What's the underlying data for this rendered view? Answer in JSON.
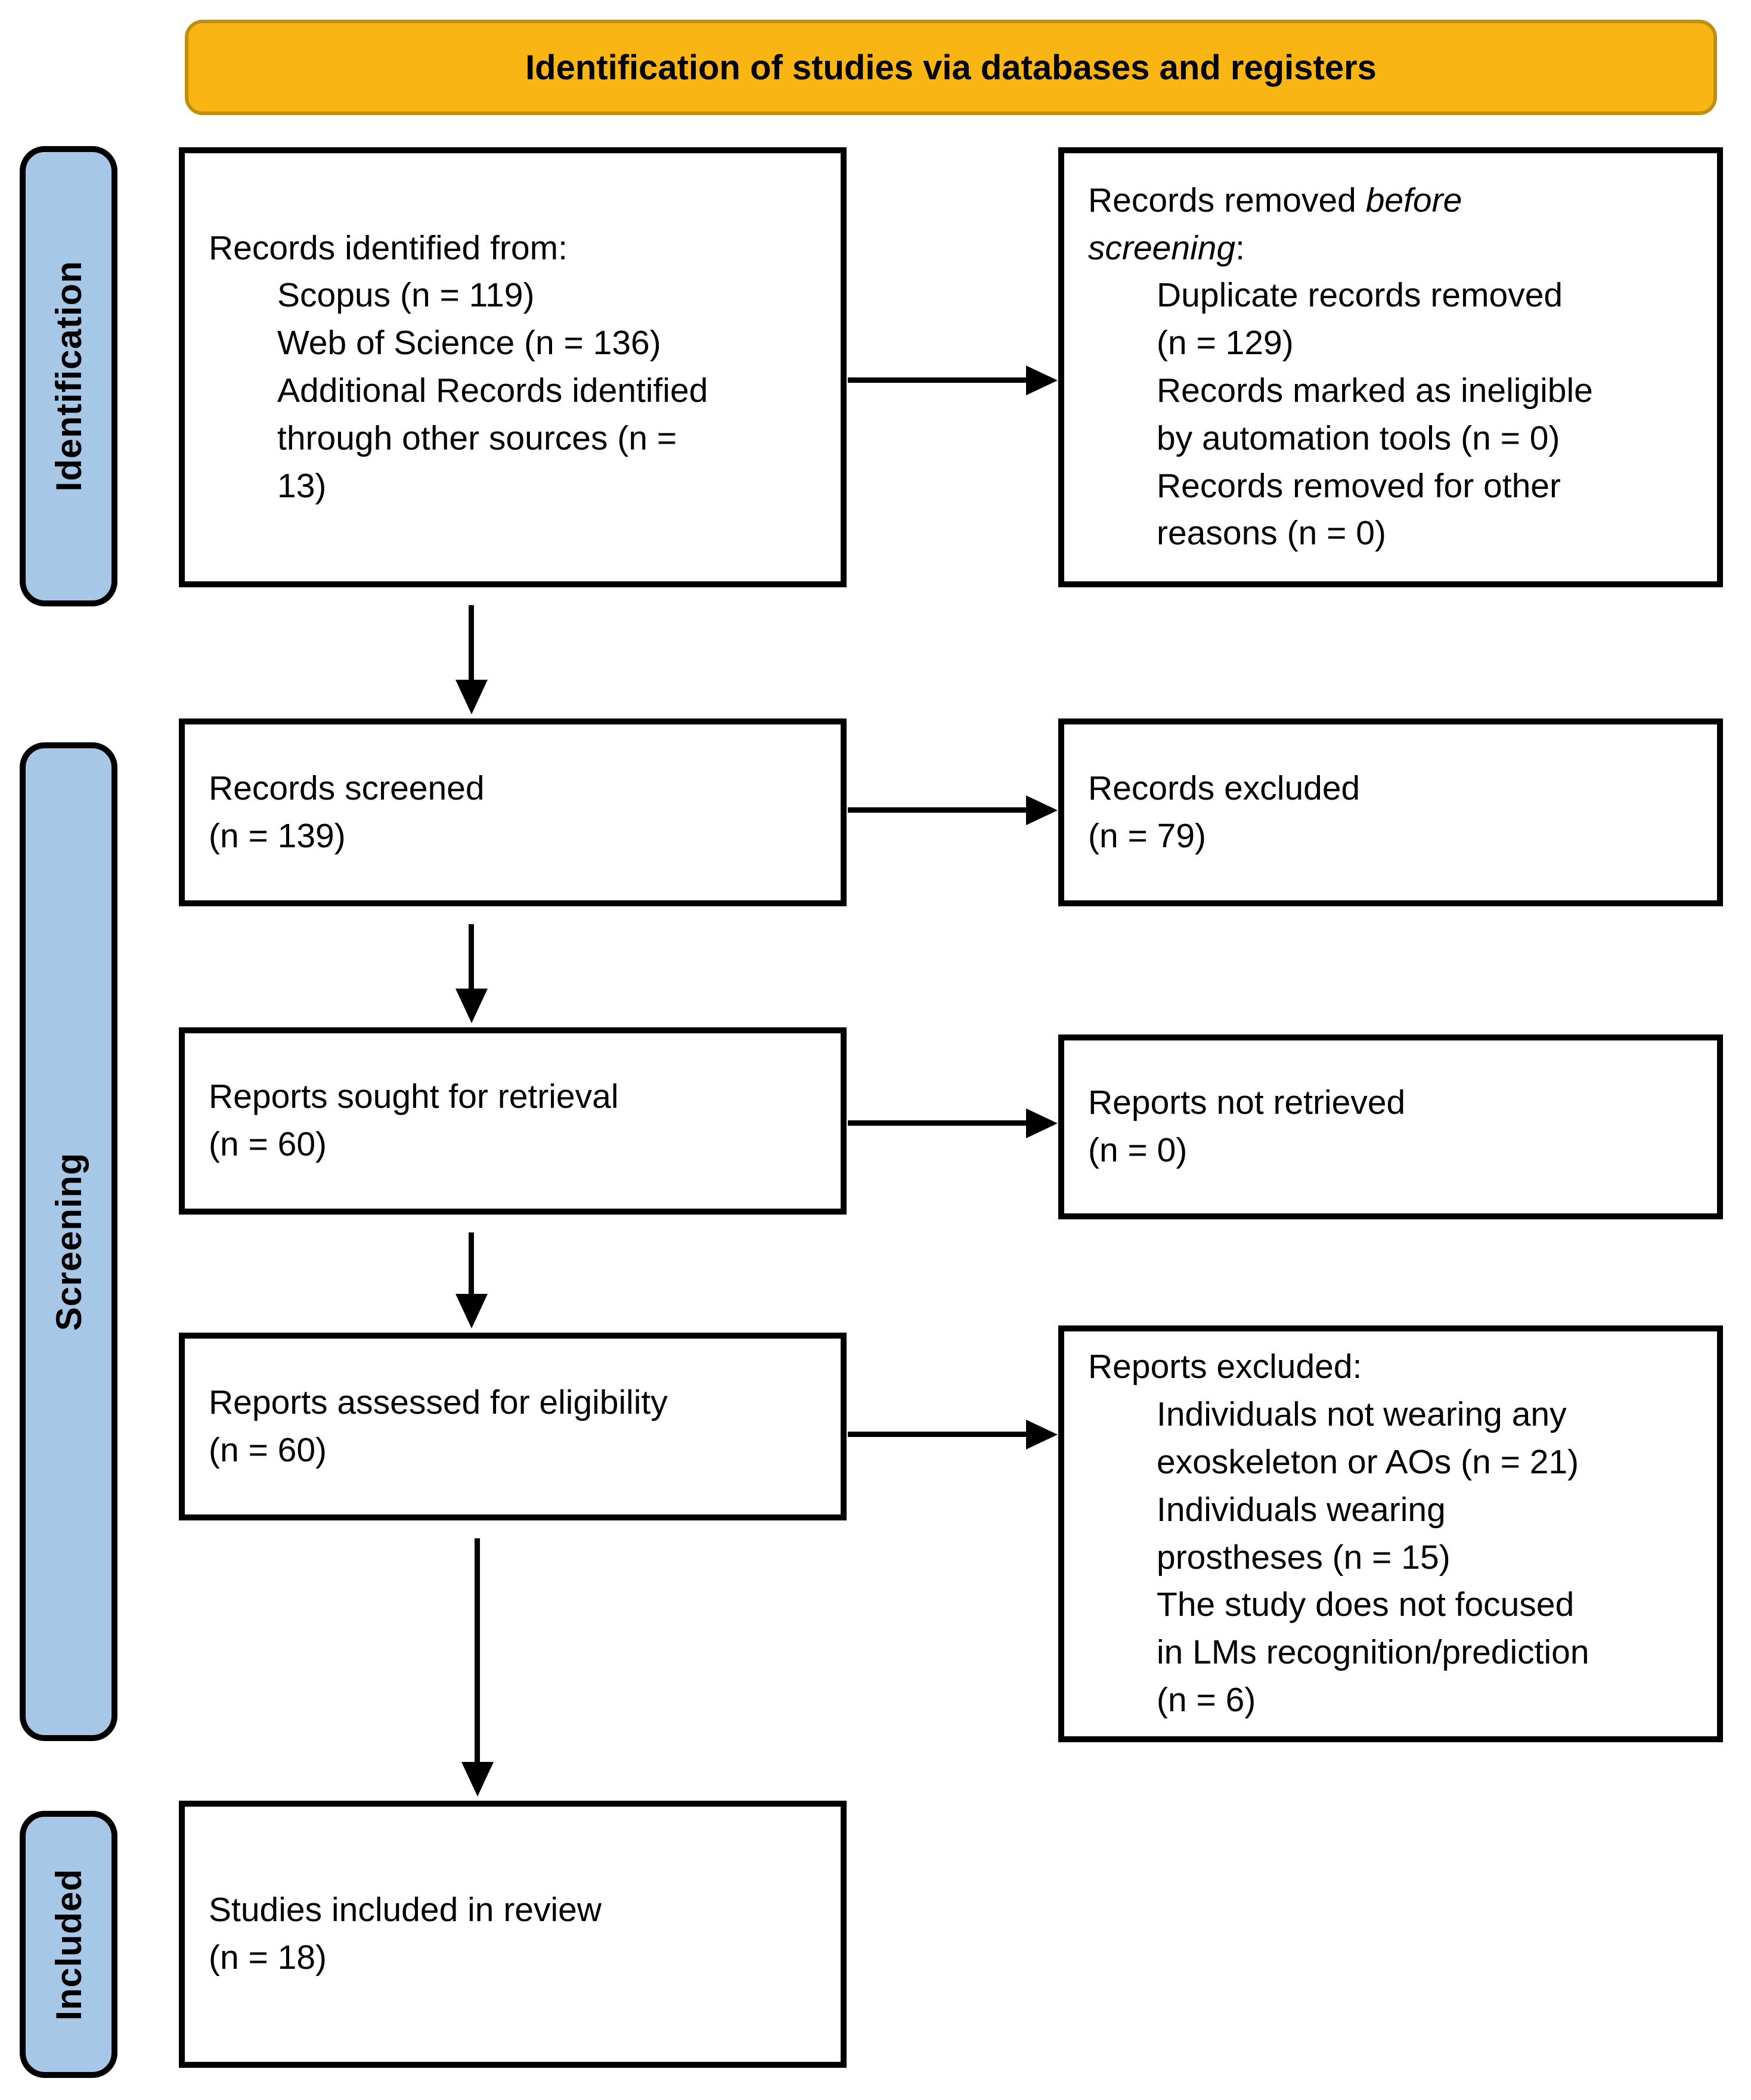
{
  "colors": {
    "banner_bg": "#F9B514",
    "banner_border": "#C18E11",
    "sidebar_bg": "#A7C7E7",
    "box_border": "#000000",
    "text": "#000000"
  },
  "banner": {
    "title": "Identification of studies via databases and registers"
  },
  "sidebar": {
    "identification": "Identification",
    "screening": "Screening",
    "included": "Included"
  },
  "flow": {
    "records_identified": {
      "intro": "Records identified from:",
      "items": [
        "Scopus (n = 119)",
        "Web of Science (n = 136)",
        "Additional Records identified\nthrough other sources (n =\n13)"
      ]
    },
    "records_removed": {
      "intro_prefix": "Records removed ",
      "intro_italic": "before\nscreening",
      "intro_suffix": ":",
      "items": [
        "Duplicate records removed\n(n = 129)",
        "Records marked as ineligible\nby automation tools (n = 0)",
        "Records removed for other\nreasons (n = 0)"
      ]
    },
    "records_screened": {
      "text": "Records screened\n(n = 139)"
    },
    "records_excluded": {
      "text": "Records excluded\n(n = 79)"
    },
    "reports_sought": {
      "text": "Reports sought for retrieval\n(n = 60)"
    },
    "reports_not_retrieved": {
      "text": "Reports not retrieved\n(n = 0)"
    },
    "reports_assessed": {
      "text": "Reports assessed for eligibility\n(n = 60)"
    },
    "reports_excluded": {
      "intro": "Reports excluded:",
      "items": [
        "Individuals not wearing any\nexoskeleton or AOs (n = 21)",
        "Individuals wearing\nprostheses (n = 15)",
        "The study does not focused\nin LMs recognition/prediction\n(n = 6)"
      ]
    },
    "studies_included": {
      "text": "Studies included in review\n(n = 18)"
    }
  }
}
